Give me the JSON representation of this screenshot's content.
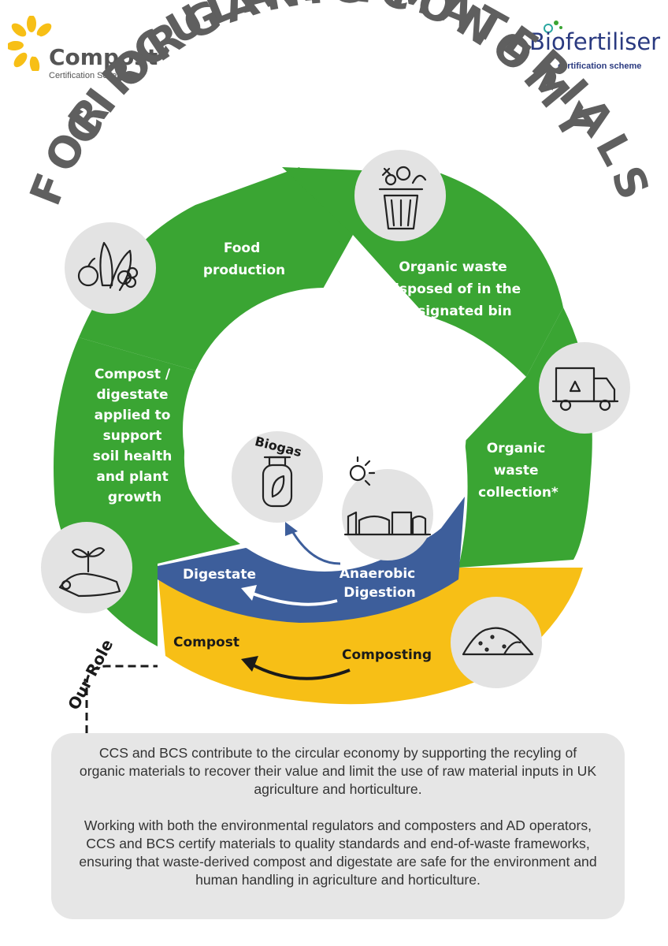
{
  "logos": {
    "compost": {
      "name": "Compost",
      "subtitle": "Certification Scheme"
    },
    "biofertiliser": {
      "name": "Biofertiliser",
      "subtitle": "certification scheme"
    }
  },
  "title": {
    "line1": "CIRCULAR ECONOMY",
    "line2": "FOR ORGANIC MATERIALS"
  },
  "stages": {
    "food_production": [
      "Food",
      "production"
    ],
    "organic_waste_bin": [
      "Organic waste",
      "disposed of in the",
      "designated bin"
    ],
    "organic_waste_collection": [
      "Organic",
      "waste",
      "collection*"
    ],
    "compost_applied": [
      "Compost /",
      "digestate",
      "applied to",
      "support",
      "soil health",
      "and  plant",
      "growth"
    ]
  },
  "processes": {
    "anaerobic_digestion": [
      "Anaerobic",
      "Digestion"
    ],
    "digestate": "Digestate",
    "composting": "Composting",
    "compost": "Compost",
    "biogas": "Biogas"
  },
  "our_role": "Our Role",
  "note": {
    "p1": "CCS and BCS contribute to the circular economy by supporting the recyling of organic materials to recover their value and limit the use of raw material inputs in UK agriculture and horticulture.",
    "p2": "Working with both the environmental regulators and composters and AD operators, CCS and BCS certify materials to quality standards and end-of-waste frameworks, ensuring that waste-derived compost and digestate are safe for the environment and human handling in agriculture and horticulture."
  },
  "colors": {
    "green": "#3aa533",
    "blue": "#3d5e9b",
    "yellow": "#f7bf16",
    "circle": "#e3e3e3",
    "title": "#5f5f5f"
  },
  "icons": [
    "vegetables-icon",
    "waste-bin-icon",
    "recycling-truck-icon",
    "biogas-cylinder-icon",
    "ad-plant-icon",
    "compost-pile-icon",
    "seedling-hand-icon"
  ]
}
